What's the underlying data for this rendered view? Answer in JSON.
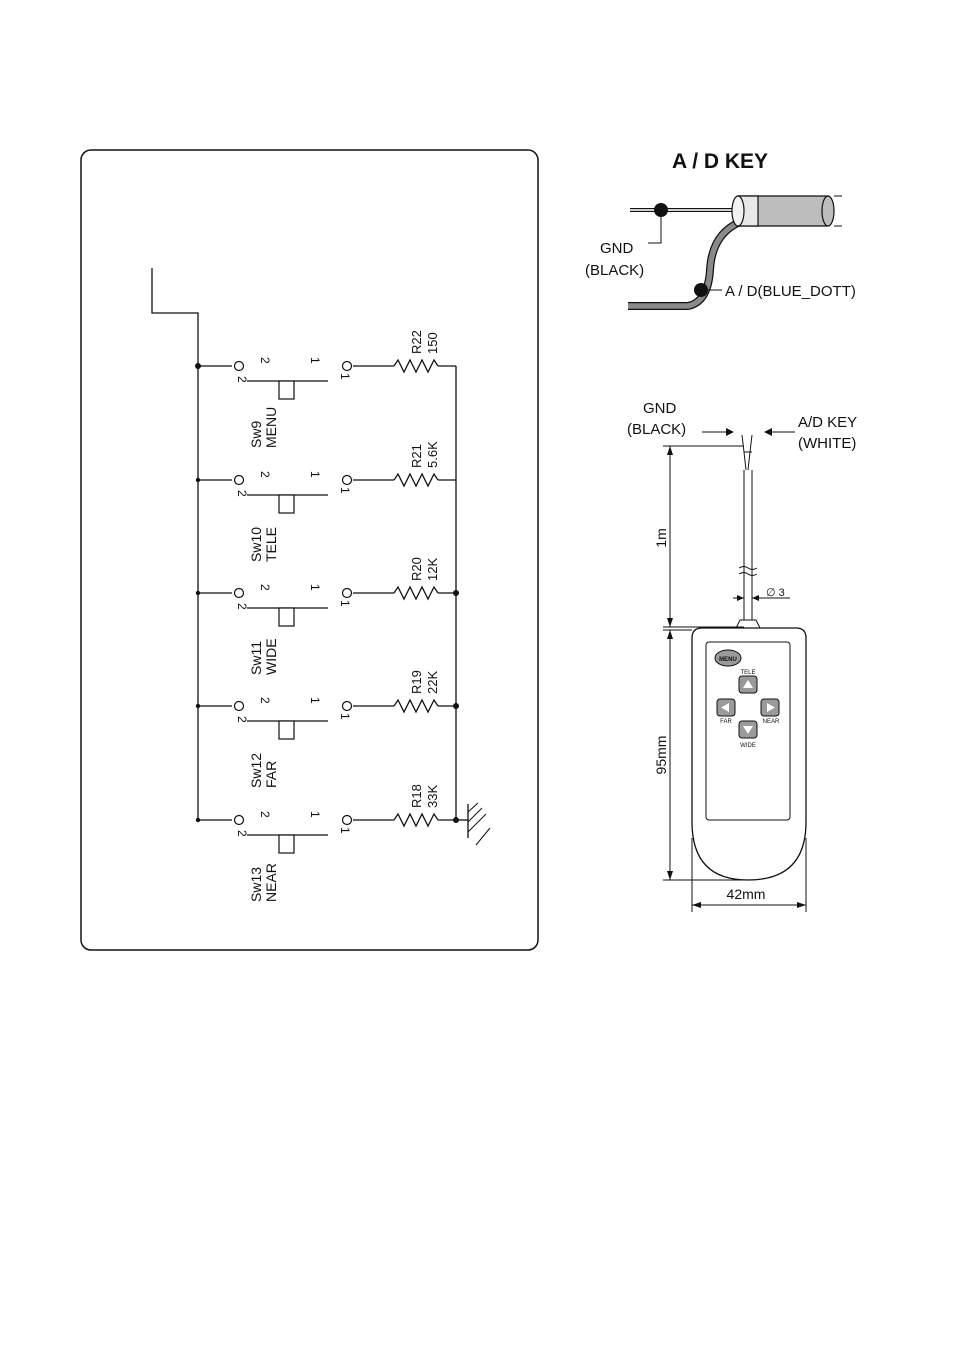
{
  "schematic": {
    "rows": [
      {
        "sw_id": "Sw9",
        "sw_name": "MENU",
        "res_id": "R22",
        "res_val": "150",
        "pin_left": "2",
        "pin_right": "1"
      },
      {
        "sw_id": "Sw10",
        "sw_name": "TELE",
        "res_id": "R21",
        "res_val": "5.6K",
        "pin_left": "2",
        "pin_right": "1"
      },
      {
        "sw_id": "Sw11",
        "sw_name": "WIDE",
        "res_id": "R20",
        "res_val": "12K",
        "pin_left": "2",
        "pin_right": "1"
      },
      {
        "sw_id": "Sw12",
        "sw_name": "FAR",
        "res_id": "R19",
        "res_val": "22K",
        "pin_left": "2",
        "pin_right": "1"
      },
      {
        "sw_id": "Sw13",
        "sw_name": "NEAR",
        "res_id": "R18",
        "res_val": "33K",
        "pin_left": "2",
        "pin_right": "1"
      }
    ]
  },
  "cable": {
    "title": "A / D KEY",
    "gnd_label_1": "GND",
    "gnd_label_2": "(BLACK)",
    "ad_label": "A / D(BLUE_DOTT)"
  },
  "remote": {
    "gnd_label_1": "GND",
    "gnd_label_2": "(BLACK)",
    "ad_label_1": "A/D KEY",
    "ad_label_2": "(WHITE)",
    "cable_length": "1m",
    "diameter": "∅ 3",
    "height": "95mm",
    "width": "42mm",
    "menu_label": "MENU",
    "tele_label": "TELE",
    "far_label": "FAR",
    "near_label": "NEAR",
    "wide_label": "WIDE"
  }
}
